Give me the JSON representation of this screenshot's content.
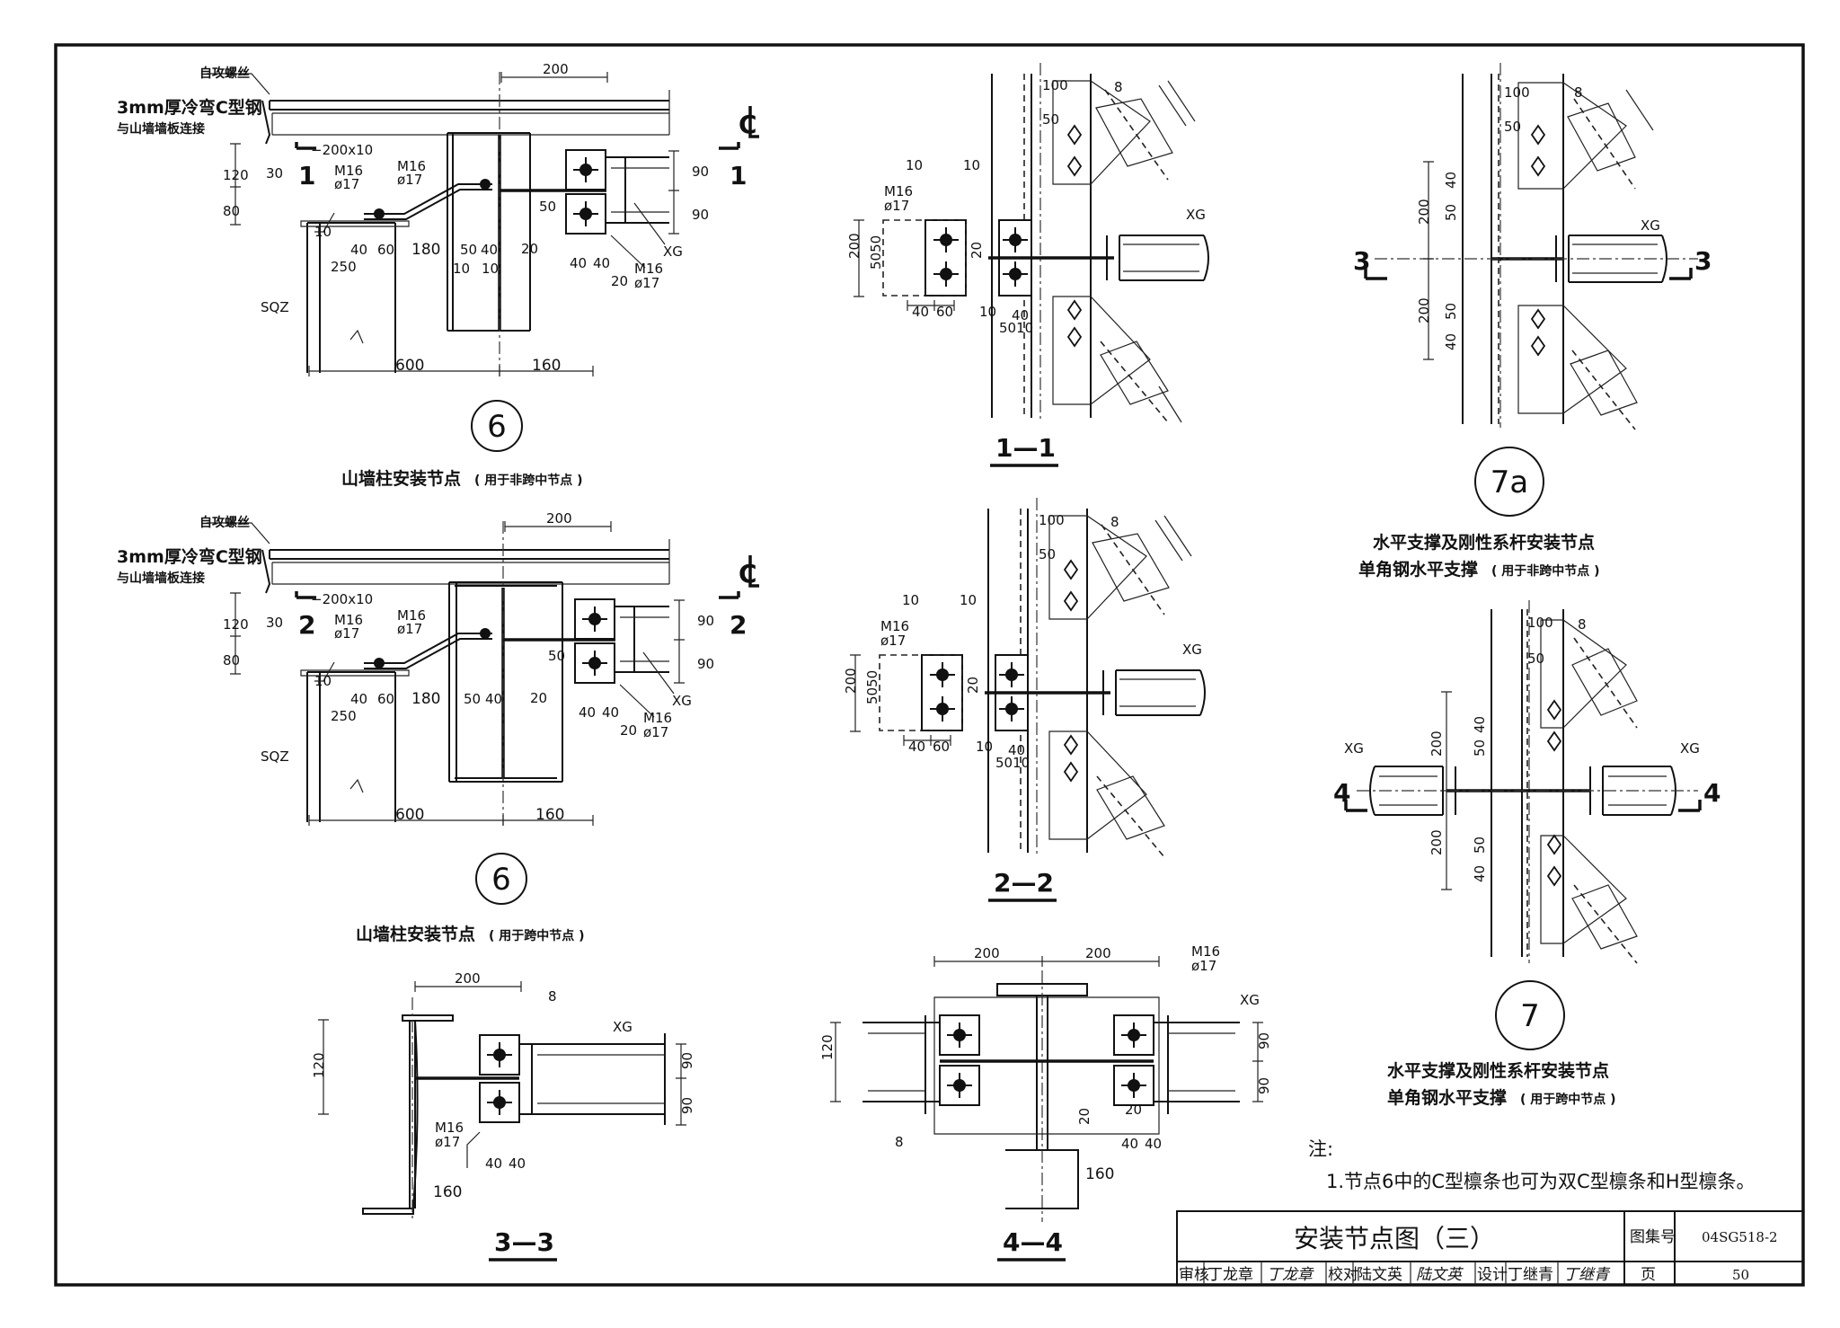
{
  "common": {
    "self_tapping_screw": "自攻螺丝",
    "c_steel_note_1": "3mm厚冷弯C型钢",
    "c_steel_note_2": "与山墙墙板连接",
    "plate": "−200x10",
    "bolt": "M16",
    "hole": "ø17",
    "weld10": "10",
    "weld8": "8",
    "xg": "XG",
    "sqz": "SQZ",
    "c_mark": "C"
  },
  "dims": {
    "d200": "200",
    "d120": "120",
    "d80": "80",
    "d30": "30",
    "d40": "40",
    "d60": "60",
    "d180": "180",
    "d250": "250",
    "d50": "50",
    "d10": "10",
    "d20": "20",
    "d90": "90",
    "d600": "600",
    "d160": "160",
    "d100": "100",
    "d5050": "5050",
    "d5010": "5010"
  },
  "nodes": {
    "n6": "6",
    "n7": "7",
    "n7a": "7a"
  },
  "captions": {
    "node6_top_main": "山墙柱安装节点",
    "node6_top_sub": "( 用于非跨中节点 )",
    "node6_bot_main": "山墙柱安装节点",
    "node6_bot_sub": "( 用于跨中节点 )",
    "node7a_line1": "水平支撑及刚性系杆安装节点",
    "node7a_line2_main": "单角钢水平支撑",
    "node7a_line2_sub": "( 用于非跨中节点 )",
    "node7_line1": "水平支撑及刚性系杆安装节点",
    "node7_line2_main": "单角钢水平支撑",
    "node7_line2_sub": "( 用于跨中节点 )"
  },
  "sections": {
    "s1": "1—1",
    "s2": "2—2",
    "s3": "3—3",
    "s4": "4—4",
    "m1": "1",
    "m2": "2",
    "m3": "3",
    "m4": "4"
  },
  "notes": {
    "heading": "注:",
    "item1": "1.节点6中的C型檩条也可为双C型檩条和H型檩条。"
  },
  "title_block": {
    "title": "安装节点图（三）",
    "atlas_label": "图集号",
    "atlas_no": "04SG518-2",
    "review_label": "审核",
    "reviewer": "丁龙章",
    "reviewer_sig": "丁龙章",
    "check_label": "校对",
    "checker": "陆文英",
    "checker_sig": "陆文英",
    "design_label": "设计",
    "designer": "丁继青",
    "designer_sig": "丁继青",
    "page_label": "页",
    "page_no": "50"
  }
}
